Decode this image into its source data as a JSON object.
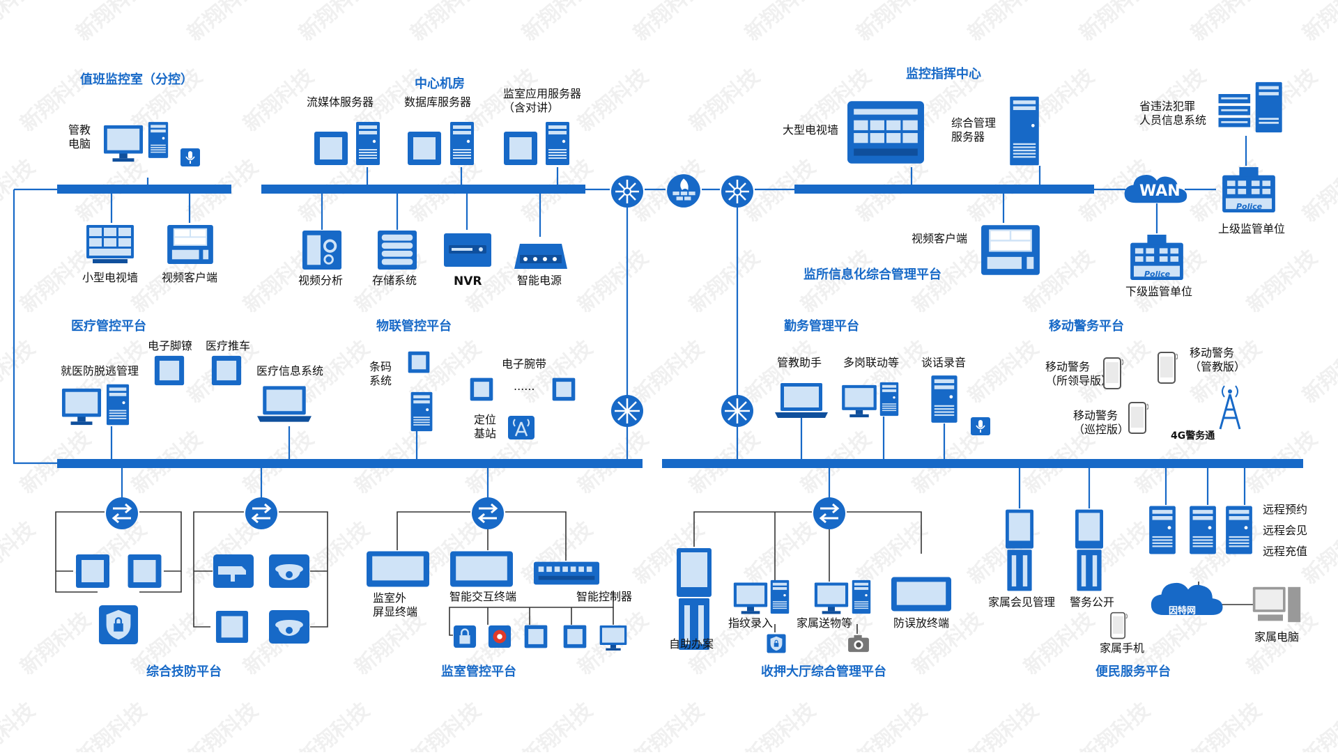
{
  "sections": {
    "duty_room": "值班监控室（分控）",
    "center_room": "中心机房",
    "command_center": "监控指挥中心",
    "info_platform": "监所信息化综合管理平台",
    "medical": "医疗管控平台",
    "iot": "物联管控平台",
    "affairs": "勤务管理平台",
    "mobile_police": "移动警务平台",
    "tech_defense": "综合技防平台",
    "cell_control": "监室管控平台",
    "hall": "收押大厅综合管理平台",
    "public_service": "便民服务平台"
  },
  "duty_room": {
    "pc": "管教\n电脑",
    "small_tv": "小型电视墙",
    "video_client": "视频客户端"
  },
  "center_room": {
    "stream_server": "流媒体服务器",
    "db_server": "数据库服务器",
    "app_server": "监室应用服务器\n（含对讲）",
    "video_analysis": "视频分析",
    "storage": "存储系统",
    "nvr": "NVR",
    "power": "智能电源"
  },
  "command_center": {
    "big_tv": "大型电视墙",
    "mgmt_server": "综合管理\n服务器",
    "video_client": "视频客户端",
    "wan": "WAN",
    "crime_info": "省违法犯罪\n人员信息系统",
    "upper_unit": "上级监管单位",
    "lower_unit": "下级监管单位",
    "police_label": "Police"
  },
  "medical": {
    "escape_mgmt": "就医防脱逃管理",
    "anklet": "电子脚镣",
    "cart": "医疗推车",
    "info_system": "医疗信息系统"
  },
  "iot": {
    "barcode": "条码\n系统",
    "wristband": "电子腕带",
    "dots": "......",
    "base_station": "定位\n基站"
  },
  "affairs": {
    "assistant": "管教助手",
    "linkage": "多岗联动等",
    "recording": "谈话录音"
  },
  "mobile_police": {
    "leader": "移动警务\n（所领导版）",
    "officer": "移动警务\n（管教版）",
    "patrol": "移动警务\n（巡控版）",
    "g4": "4G警务通"
  },
  "cell_control": {
    "outside_display": "监室外\n屏显终端",
    "interactive": "智能交互终端",
    "controller": "智能控制器"
  },
  "hall": {
    "self_service": "自助办案",
    "fingerprint": "指纹录入",
    "delivery": "家属送物等",
    "anti_error": "防误放终端"
  },
  "public_service": {
    "meeting": "家属会见管理",
    "disclosure": "警务公开",
    "phone": "家属手机",
    "internet": "因特网",
    "family_pc": "家属电脑",
    "remote_booking": "远程预约",
    "remote_meeting": "远程会见",
    "remote_recharge": "远程充值"
  },
  "watermark": "新翔科技",
  "colors": {
    "accent": "#1769c7",
    "accent_dark": "#0f4f9c",
    "icon_light": "#cfe3f7"
  }
}
